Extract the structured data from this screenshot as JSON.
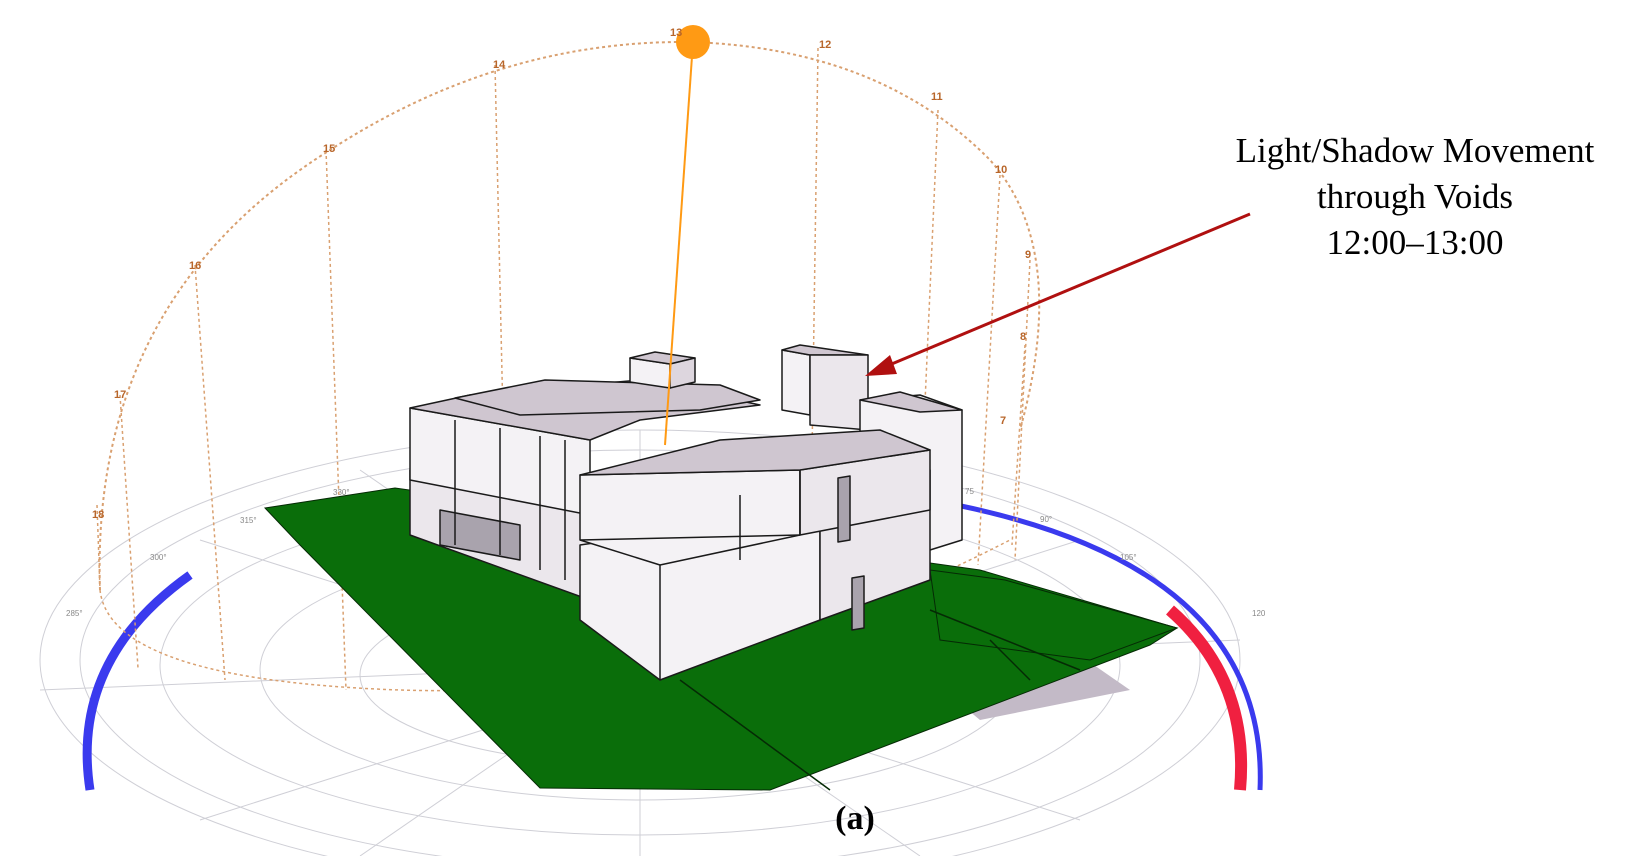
{
  "annotation": {
    "line1": "Light/Shadow Movement",
    "line2": "through Voids",
    "line3": "12:00–13:00"
  },
  "caption": "(a)",
  "sun_path": {
    "hours": [
      "8",
      "9",
      "10",
      "11",
      "12",
      "13",
      "14",
      "15",
      "16",
      "17",
      "18",
      "7"
    ],
    "azimuth_labels": [
      "315°",
      "300°",
      "285°",
      "90°",
      "105°",
      "120",
      "330°",
      "75"
    ]
  },
  "colors": {
    "ground": "#0a6e0a",
    "building": "#f4f2f5",
    "building_top": "#cfc6d0",
    "shadow": "#c3bac7",
    "sun": "#ff9a14",
    "sun_path": "#d9a070",
    "arrow": "#b01010",
    "ring_blue": "#3a3aee",
    "ring_red": "#f02040"
  }
}
